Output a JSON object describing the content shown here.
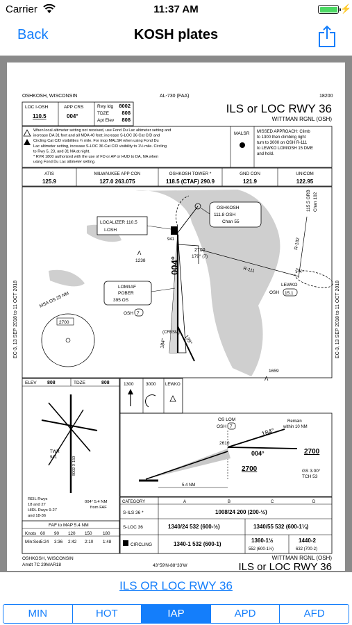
{
  "status": {
    "carrier": "Carrier",
    "time": "11:37 AM"
  },
  "nav": {
    "back_label": "Back",
    "title": "KOSH plates"
  },
  "plate": {
    "location_top": "OSHKOSH, WISCONSIN",
    "al_number": "AL-730 (FAA)",
    "plate_number": "18200",
    "title": "ILS or LOC RWY 36",
    "airport": "WITTMAN RGNL (OSH)",
    "loc_label": "LOC  I-OSH",
    "loc_freq": "110.5",
    "app_crs_label": "APP CRS",
    "app_crs": "004°",
    "rwy_ldg_label": "Rwy ldg",
    "rwy_ldg": "8002",
    "tdze_label": "TDZE",
    "tdze": "808",
    "apt_elev_label": "Apt Elev",
    "apt_elev": "808",
    "notes": [
      "When local altimeter setting not received, use Fond Du Lac altimeter setting and",
      "increase DA 31 feet and all MDA 40 feet; increase S-LOC 36 Cat C/D and",
      "Circling Cat C/D visibilities ¼ mile. For inop MALSR when using Fond Du",
      "Lac altimeter setting, increase S-LOC 36 Cat C/D visibility to 1½ mile. Circling",
      "to Rwy 5, 23, and 31 NA at night.",
      "* RVR 1800 authorized with the use of FD or AP or HUD to DA, NA when",
      "using Fond Du Lac altimeter setting."
    ],
    "malsr": "MALSR",
    "missed_approach": [
      "MISSED APPROACH: Climb",
      "to 1300 then climbing right",
      "turn to 3000 on OSH R-111",
      "to LEWKO LOM/OSH 15 DME",
      "and hold."
    ],
    "freqs": [
      {
        "label": "ATIS",
        "value": "125.9"
      },
      {
        "label": "MILWAUKEE APP CON",
        "value": "127.0  263.075"
      },
      {
        "label": "OSHKOSH TOWER *",
        "value": "118.5 (CTAF)  290.9"
      },
      {
        "label": "GND CON",
        "value": "121.9"
      },
      {
        "label": "UNICOM",
        "value": "122.95"
      }
    ],
    "oshkosh_vor": [
      "OSHKOSH",
      "111.8  OSH",
      "Chan 55"
    ],
    "localizer": [
      "LOCALIZER  110.5",
      "I-OSH"
    ],
    "lom": [
      "LOM/IAF",
      "POBER",
      "395  OS"
    ],
    "osh7": "OSH",
    "dme7": "7",
    "msa_title": "MSA OS 25 NM",
    "msa_alt": "2700",
    "lewko": "LEWKO",
    "lewko_dme": "15.1",
    "fix_941": "941",
    "fix_1238": "1238",
    "fix_1659": "1659",
    "r111": "R-111",
    "r182": "R-182",
    "leg_2700": "2700",
    "leg_179": "179° (7)",
    "crs_004": "004°",
    "crs_184": "184°",
    "crs_139": "139°",
    "crs_291": "291°",
    "cfbsm": "(CFBSM)",
    "grb": "115.5 GRB",
    "chan102": "Chan 102",
    "side_left": "EC-3, 13 SEP 2018 to 11 OCT 2018",
    "side_right": "EC-3, 13 SEP 2018 to 11 OCT 2018",
    "elev_label": "ELEV",
    "elev": "808",
    "tdze_box_label": "TDZE",
    "tdze_box": "808",
    "rwy_dims": "8002 X 150",
    "twr": "TWR",
    "twr_elev": "941",
    "rwy_notes": [
      "REIL Rwys",
      "18 and 27",
      "HIRL Rwys 9-27",
      "and 18-36"
    ],
    "faf_note": [
      "004° 5.4 NM",
      "from FAF"
    ],
    "faf_to_map": "FAF to MAP  5.4 NM",
    "timing_header": [
      "Knots",
      "60",
      "90",
      "120",
      "150",
      "180"
    ],
    "timing_row": [
      "Min:Sec",
      "5:24",
      "3:36",
      "2:42",
      "2:10",
      "1:48"
    ],
    "mab": [
      "1300",
      "3000",
      "LEWKO"
    ],
    "profile_os_lom": "OS LOM",
    "profile_osh": "OSH",
    "profile_7": "7",
    "profile_2610": "2610",
    "profile_2700a": "2700",
    "profile_2700b": "2700",
    "profile_184": "184°",
    "profile_004": "004°",
    "profile_remain": [
      "Remain",
      "within 10 NM"
    ],
    "profile_gs": [
      "GS 3.00°",
      "TCH 53"
    ],
    "profile_dist": "5.4 NM",
    "cat_header": [
      "CATEGORY",
      "A",
      "B",
      "C",
      "D"
    ],
    "cat_sils": [
      "S-ILS 36 *",
      "1008/24  200 (200-½)"
    ],
    "cat_sloc": [
      "S-LOC 36",
      "1340/24  532 (600-½)",
      "1340/55  532 (600-1¼)"
    ],
    "cat_circ": [
      "CIRCLING",
      "1340-1  532 (600-1)",
      "1360-1½",
      "552 (600-1½)",
      "1440-2",
      "632 (700-2)"
    ],
    "bottom_left": [
      "OSHKOSH, WISCONSIN",
      "Amdt 7C  29MAR18"
    ],
    "bottom_center": "43°59'N-88°33'W",
    "bottom_airport": "WITTMAN RGNL (OSH)",
    "bottom_title": "ILS or LOC RWY 36"
  },
  "doc_link": "ILS OR LOC RWY 36",
  "tabs": [
    {
      "label": "MIN",
      "active": false
    },
    {
      "label": "HOT",
      "active": false
    },
    {
      "label": "IAP",
      "active": true
    },
    {
      "label": "APD",
      "active": false
    },
    {
      "label": "AFD",
      "active": false
    }
  ],
  "colors": {
    "accent": "#147efb",
    "viewer_bg": "#8a8a8a",
    "lake": "#cfcfcf"
  }
}
